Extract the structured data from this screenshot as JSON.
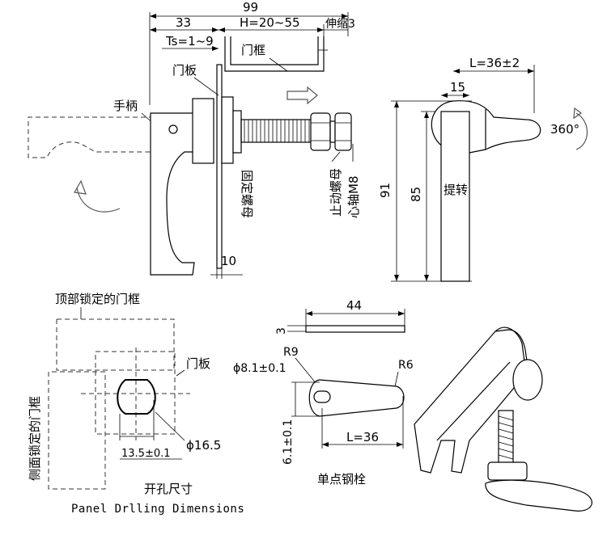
{
  "dimensions": {
    "total_width": "99",
    "left_width": "33",
    "h_range": "H=20~55",
    "stretch": "伸缩3",
    "ts_range": "Ts=1~9",
    "plate_thickness": "10",
    "latch_length": "L=36±2",
    "latch_width": "15",
    "overall_height": "91",
    "latch_height": "85",
    "rotation": "360°",
    "bolt_length": "44",
    "bolt_thickness": "3",
    "bolt_hole": "ϕ8.1±0.1",
    "radius_small": "R9",
    "radius_large": "R6",
    "bolt_center_length": "L=36",
    "bolt_height": "6.1±0.1",
    "hole_offset": "13.5±0.1",
    "hole_diameter": "ϕ16.5"
  },
  "labels": {
    "door_frame": "门框",
    "door_panel": "门板",
    "handle": "手柄",
    "fixing_nut": "固定螺母",
    "stop_nut": "止动螺母",
    "shaft": "心轴M8",
    "lift_turn": "提转",
    "top_frame": "顶部锁定的门框",
    "panel": "门板",
    "side_frame": "侧面锁定的门框",
    "cutout": "开孔尺寸",
    "cutout_en": "Panel Drlling Dimensions",
    "single_bolt": "单点钢栓"
  }
}
